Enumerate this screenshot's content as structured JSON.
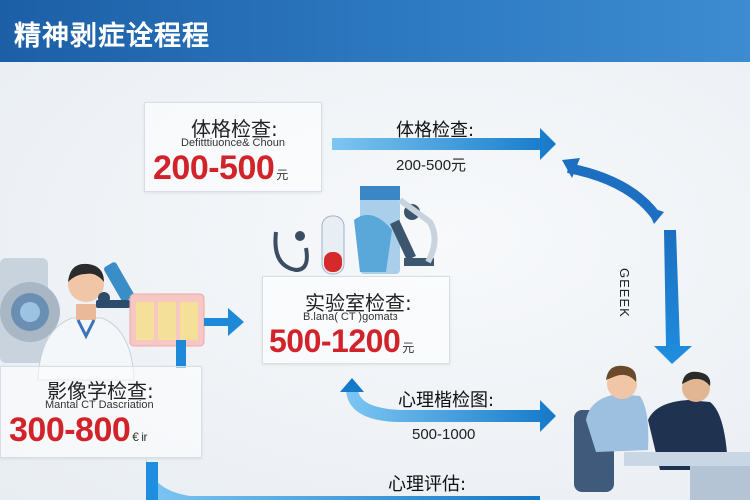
{
  "header": {
    "title": "精神剥症诠程程"
  },
  "cards": {
    "physical": {
      "title": "体格检查:",
      "subtitle": "Defitttiuonce& Choun",
      "price": "200-500",
      "unit": "元"
    },
    "lab": {
      "title": "实验室检查:",
      "subtitle": "B.lana( CT )gomatз",
      "price": "500-1200",
      "unit": "元"
    },
    "imaging": {
      "title": "影像学检查:",
      "subtitle": "Mantal CT Dascriation",
      "price": "300-800",
      "unit": "€ ir"
    }
  },
  "arrows": {
    "physical_label": "体格检查:",
    "physical_price": "200-500元",
    "side_label": "GEEEK",
    "psych_test_label": "心理楷检图:",
    "psych_test_price": "500-1000",
    "psych_eval_label": "心理评估:"
  },
  "colors": {
    "header": "#2a6db5",
    "arrow": "#1e88d9",
    "price": "#d2232a"
  }
}
